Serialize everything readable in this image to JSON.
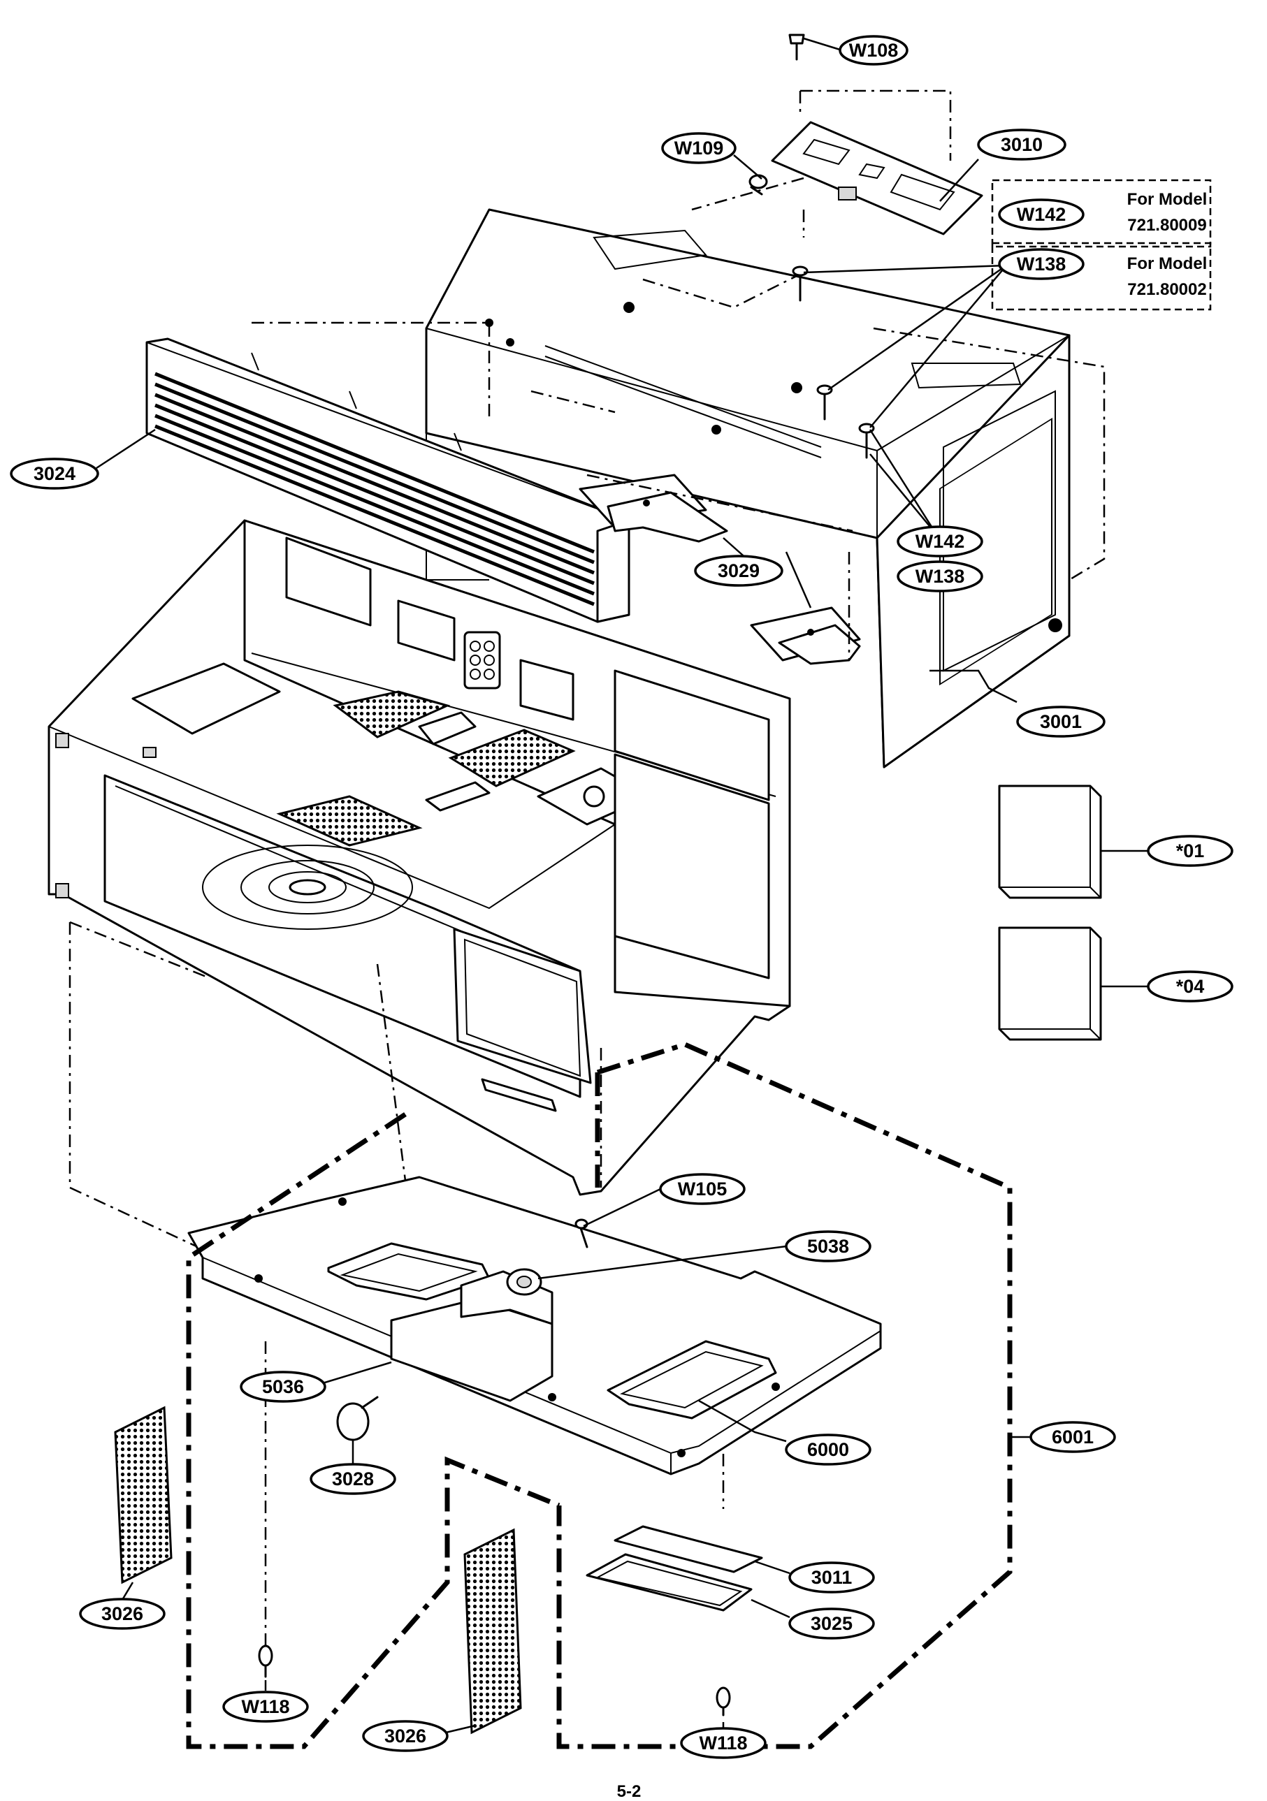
{
  "callouts": {
    "w108": "W108",
    "w109": "W109",
    "p3010": "3010",
    "w142_top": "W142",
    "w138_top": "W138",
    "p3024": "3024",
    "w142_mid": "W142",
    "w138_mid": "W138",
    "p3029": "3029",
    "p3001": "3001",
    "p01": "*01",
    "p04": "*04",
    "w105": "W105",
    "p5038": "5038",
    "p5036": "5036",
    "p6000": "6000",
    "p6001": "6001",
    "p3028": "3028",
    "p3011": "3011",
    "p3026_left": "3026",
    "p3025": "3025",
    "w118_left": "W118",
    "p3026_bottom": "3026",
    "w118_bottom": "W118"
  },
  "model_notes": {
    "note1_line1": "For Model",
    "note1_line2": "721.80009",
    "note2_line1": "For Model",
    "note2_line2": "721.80002"
  },
  "page_number": "5-2"
}
